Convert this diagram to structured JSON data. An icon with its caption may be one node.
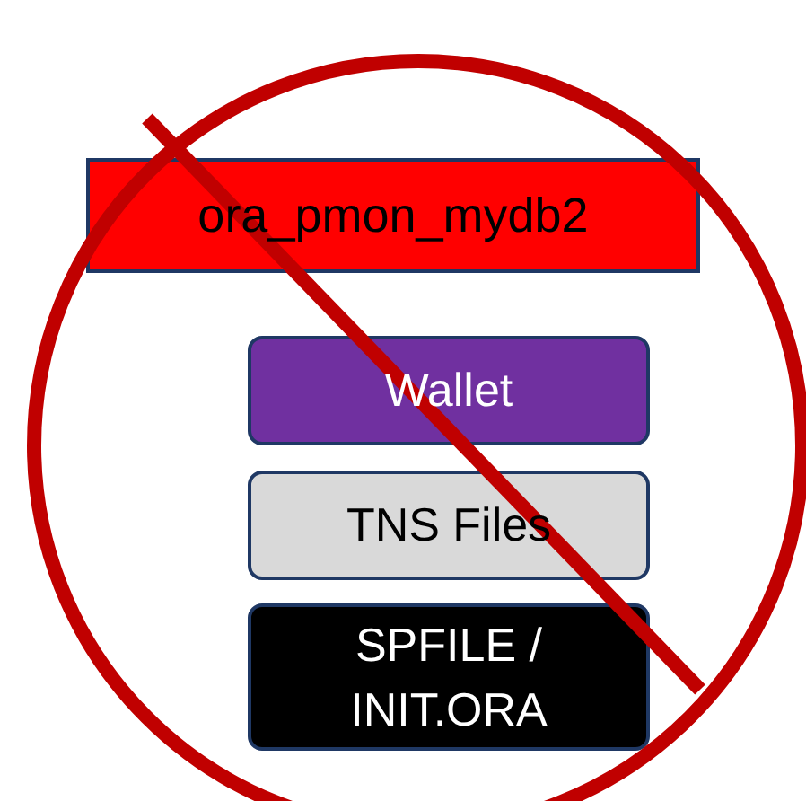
{
  "diagram": {
    "nodes": [
      {
        "text": [
          "ora_pmon_mydb2"
        ]
      },
      {
        "text": [
          "Wallet"
        ]
      },
      {
        "text": [
          "TNS Files"
        ]
      },
      {
        "text": [
          "SPFILE / INIT.ORA"
        ]
      }
    ]
  }
}
